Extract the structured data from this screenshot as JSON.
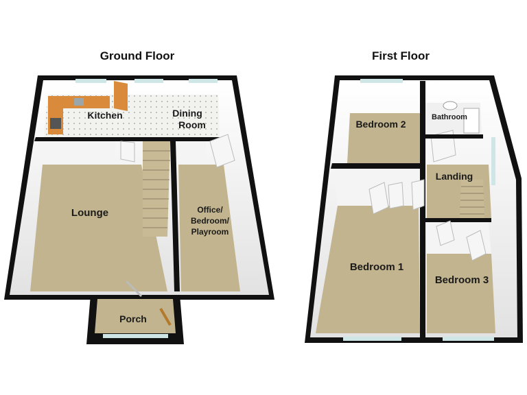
{
  "floors": {
    "ground": {
      "title": "Ground Floor",
      "rooms": {
        "kitchen": "Kitchen",
        "dining": [
          "Dining",
          "Room"
        ],
        "lounge": "Lounge",
        "office": [
          "Office/",
          "Bedroom/",
          "Playroom"
        ],
        "porch": "Porch"
      }
    },
    "first": {
      "title": "First Floor",
      "rooms": {
        "bedroom2": "Bedroom 2",
        "bathroom": "Bathroom",
        "landing": "Landing",
        "bedroom1": "Bedroom 1",
        "bedroom3": "Bedroom 3"
      }
    }
  },
  "colors": {
    "carpet": "#c2b48e",
    "kitchen_floor": "#f2f2ee",
    "wall_outer": "#111111",
    "wall_inner": "#f4f4f4",
    "counter": "#d98a3a",
    "door": "#f6f6f6",
    "window": "#cfe6e6"
  }
}
